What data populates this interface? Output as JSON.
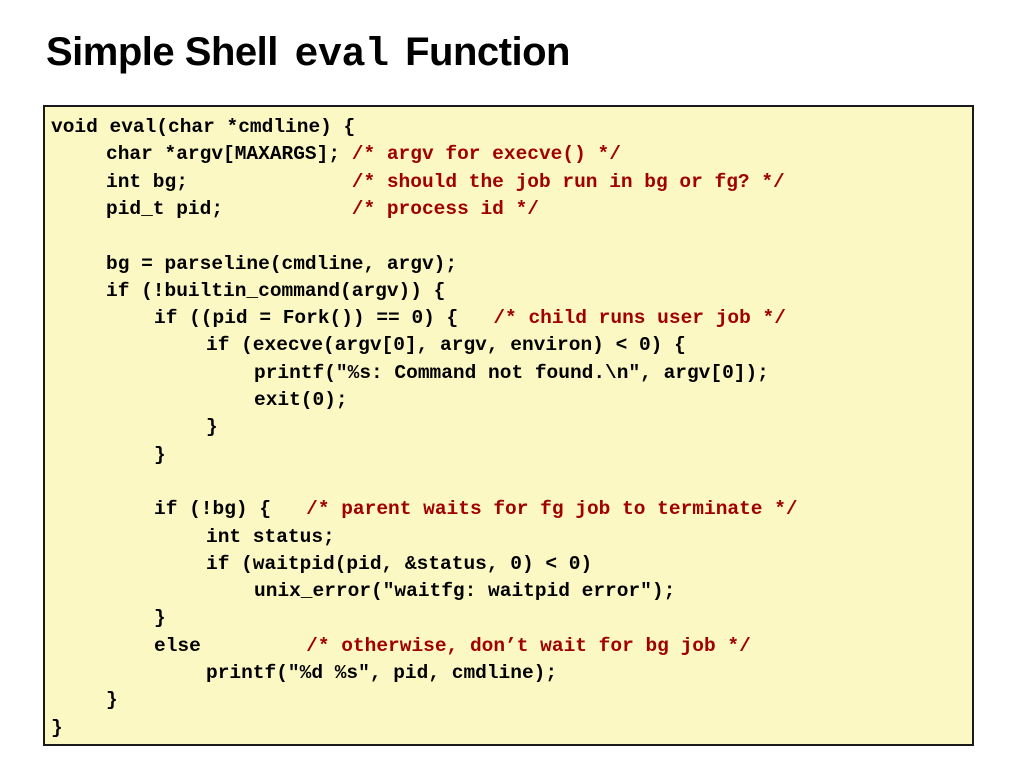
{
  "title": {
    "part1": "Simple Shell ",
    "mono": "eval",
    "part2": " Function"
  },
  "code_lines": [
    {
      "indent": 0,
      "code": "void eval(char *cmdline) {",
      "comment": ""
    },
    {
      "indent": 1,
      "code": "char *argv[MAXARGS]; ",
      "comment": "/* argv for execve() */"
    },
    {
      "indent": 1,
      "code": "int bg;              ",
      "comment": "/* should the job run in bg or fg? */"
    },
    {
      "indent": 1,
      "code": "pid_t pid;           ",
      "comment": "/* process id */"
    },
    {
      "indent": 0,
      "code": "",
      "comment": ""
    },
    {
      "indent": 1,
      "code": "bg = parseline(cmdline, argv);",
      "comment": ""
    },
    {
      "indent": 1,
      "code": "if (!builtin_command(argv)) {",
      "comment": ""
    },
    {
      "indent": 2,
      "code": "if ((pid = Fork()) == 0) {   ",
      "comment": "/* child runs user job */"
    },
    {
      "indent": 3,
      "code": "if (execve(argv[0], argv, environ) < 0) {",
      "comment": ""
    },
    {
      "indent": 4,
      "code": "printf(\"%s: Command not found.\\n\", argv[0]);",
      "comment": ""
    },
    {
      "indent": 4,
      "code": "exit(0);",
      "comment": ""
    },
    {
      "indent": 3,
      "code": "}",
      "comment": ""
    },
    {
      "indent": 2,
      "code": "}",
      "comment": ""
    },
    {
      "indent": 0,
      "code": "",
      "comment": ""
    },
    {
      "indent": 2,
      "code": "if (!bg) {   ",
      "comment": "/* parent waits for fg job to terminate */"
    },
    {
      "indent": 3,
      "code": "int status;",
      "comment": ""
    },
    {
      "indent": 3,
      "code": "if (waitpid(pid, &status, 0) < 0)",
      "comment": ""
    },
    {
      "indent": 4,
      "code": "unix_error(\"waitfg: waitpid error\");",
      "comment": ""
    },
    {
      "indent": 2,
      "code": "}",
      "comment": ""
    },
    {
      "indent": 2,
      "code": "else         ",
      "comment": "/* otherwise, don’t wait for bg job */"
    },
    {
      "indent": 3,
      "code": "printf(\"%d %s\", pid, cmdline);",
      "comment": ""
    },
    {
      "indent": 1,
      "code": "}",
      "comment": ""
    },
    {
      "indent": 0,
      "code": "}",
      "comment": ""
    }
  ],
  "colors": {
    "code_background": "#fbf8c3",
    "comment": "#a00000",
    "code": "#000000"
  }
}
